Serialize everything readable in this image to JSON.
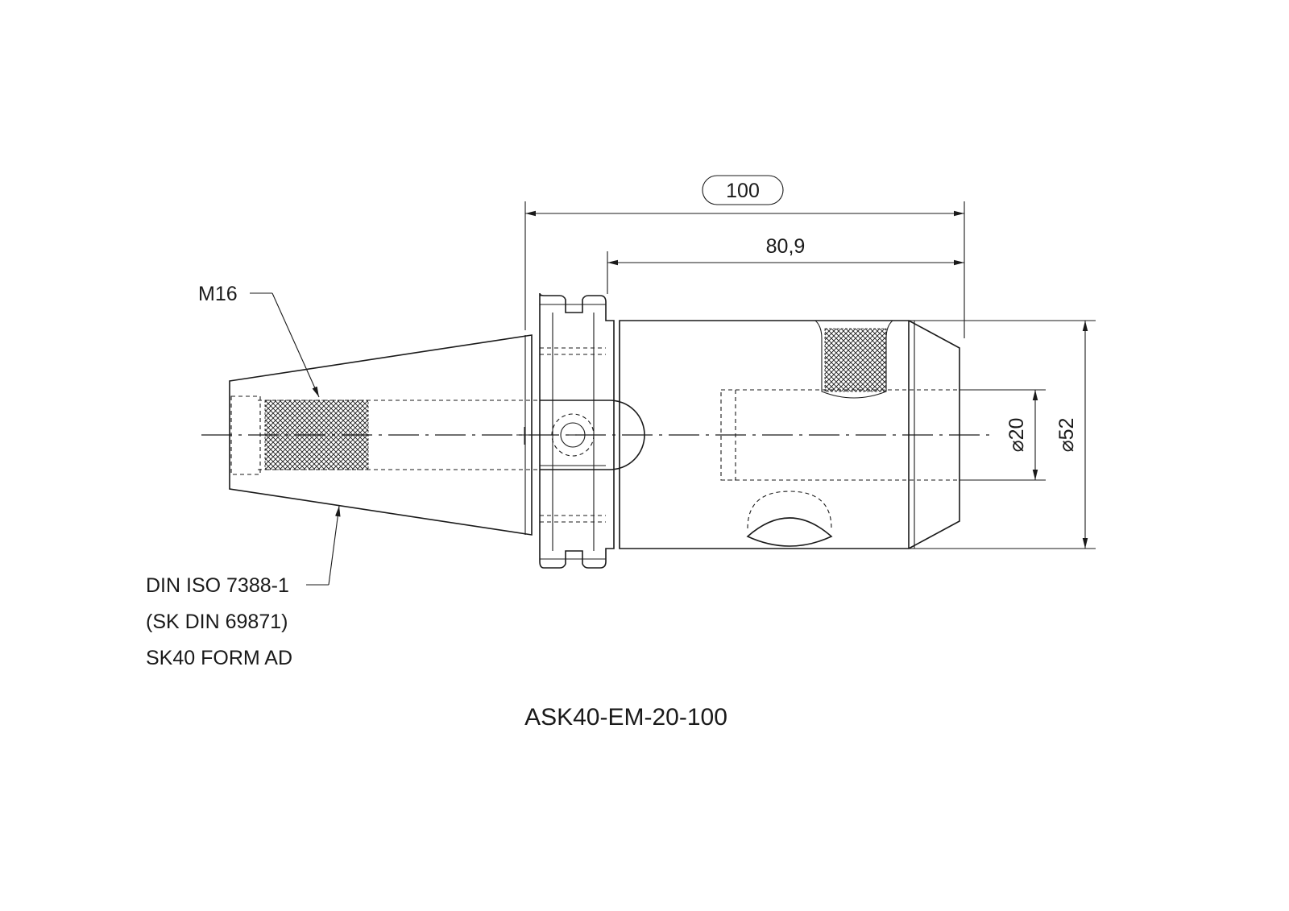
{
  "drawing": {
    "dim_total_length": "100",
    "dim_gauge_length": "80,9",
    "dim_bore": "⌀20",
    "dim_outer": "⌀52",
    "label_thread": "M16",
    "label_standard_line1": "DIN ISO 7388-1",
    "label_standard_line2": "(SK DIN 69871)",
    "label_standard_line3": "SK40 FORM AD",
    "part_number": "ASK40-EM-20-100"
  }
}
